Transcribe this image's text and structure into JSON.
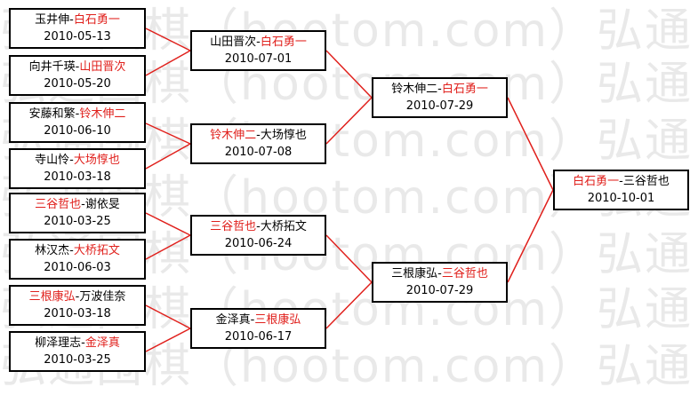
{
  "watermark": "弘通围棋（hootom.com）弘通",
  "matches": [
    {
      "id": "r1m1",
      "a": "玉井伸",
      "b": "白石勇一",
      "winner": "b",
      "date": "2010-05-13"
    },
    {
      "id": "r1m2",
      "a": "向井千瑛",
      "b": "山田晋次",
      "winner": "b",
      "date": "2010-05-20"
    },
    {
      "id": "r1m3",
      "a": "安藤和繁",
      "b": "铃木伸二",
      "winner": "b",
      "date": "2010-06-10"
    },
    {
      "id": "r1m4",
      "a": "寺山怜",
      "b": "大场惇也",
      "winner": "b",
      "date": "2010-03-18"
    },
    {
      "id": "r1m5",
      "a": "三谷哲也",
      "b": "谢依旻",
      "winner": "a",
      "date": "2010-03-25"
    },
    {
      "id": "r1m6",
      "a": "林汉杰",
      "b": "大桥拓文",
      "winner": "b",
      "date": "2010-06-03"
    },
    {
      "id": "r1m7",
      "a": "三根康弘",
      "b": "万波佳奈",
      "winner": "a",
      "date": "2010-03-18"
    },
    {
      "id": "r1m8",
      "a": "柳泽理志",
      "b": "金泽真",
      "winner": "b",
      "date": "2010-03-25"
    },
    {
      "id": "r2m1",
      "a": "山田晋次",
      "b": "白石勇一",
      "winner": "b",
      "date": "2010-07-01"
    },
    {
      "id": "r2m2",
      "a": "铃木伸二",
      "b": "大场惇也",
      "winner": "a",
      "date": "2010-07-08"
    },
    {
      "id": "r2m3",
      "a": "三谷哲也",
      "b": "大桥拓文",
      "winner": "a",
      "date": "2010-06-24"
    },
    {
      "id": "r2m4",
      "a": "金泽真",
      "b": "三根康弘",
      "winner": "b",
      "date": "2010-06-17"
    },
    {
      "id": "r3m1",
      "a": "铃木伸二",
      "b": "白石勇一",
      "winner": "b",
      "date": "2010-07-29"
    },
    {
      "id": "r3m2",
      "a": "三根康弘",
      "b": "三谷哲也",
      "winner": "b",
      "date": "2010-07-29"
    },
    {
      "id": "final",
      "a": "白石勇一",
      "b": "三谷哲也",
      "winner": "a",
      "date": "2010-10-01"
    }
  ],
  "colors": {
    "winner": "#e0201c",
    "connector": "#e0201c",
    "border": "#000000",
    "text": "#000000"
  }
}
